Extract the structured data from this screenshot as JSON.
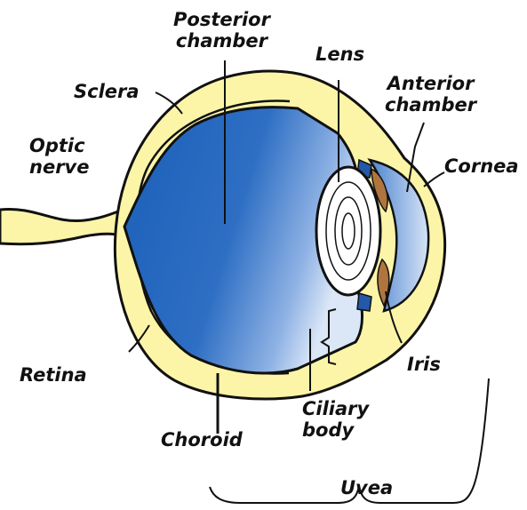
{
  "diagram": {
    "labels": {
      "posterior_chamber": [
        "Posterior",
        "chamber"
      ],
      "lens": "Lens",
      "anterior_chamber": [
        "Anterior",
        "chamber"
      ],
      "sclera": "Sclera",
      "optic_nerve": [
        "Optic",
        "nerve"
      ],
      "cornea": "Cornea",
      "retina": "Retina",
      "iris": "Iris",
      "choroid": "Choroid",
      "ciliary_body": [
        "Ciliary",
        "body"
      ],
      "uvea": "Uvea"
    },
    "colors": {
      "sclera": "#fcf5a8",
      "chamber_dark": "#1b5fb8",
      "chamber_light": "#d8e6f7",
      "iris": "#b0753f",
      "outline": "#111111"
    }
  }
}
